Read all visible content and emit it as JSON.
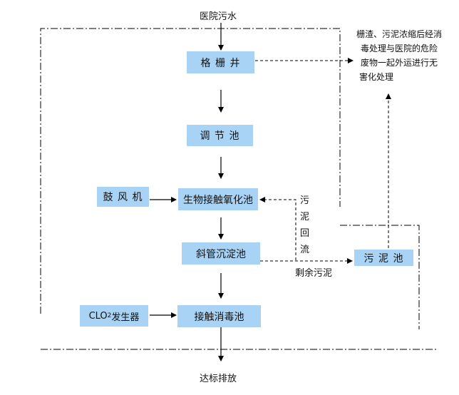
{
  "diagram": {
    "source": "医院污水",
    "outlet": "达标排放",
    "boxes": {
      "screen_well": "格 栅 井",
      "adjust_tank": "调 节 池",
      "blower": "鼓 风 机",
      "bio_tank": "生物接触氧化池",
      "settling_tank": "斜管沉淀池",
      "disinfect_tank": "接触消毒池",
      "clo2_prefix": "CLO",
      "clo2_sub": "2",
      "clo2_suffix": "发生器",
      "sludge_tank": "污 泥 池"
    },
    "annotations": {
      "waste_note_1": "栅渣、污泥浓缩后经消",
      "waste_note_2": "毒处理与医院的危险",
      "waste_note_3": "废物一起外运进行无",
      "waste_note_4": "害化处理",
      "reflux_chars": [
        "污",
        "泥",
        "回",
        "流"
      ],
      "surplus_sludge": "剩余污泥"
    }
  }
}
